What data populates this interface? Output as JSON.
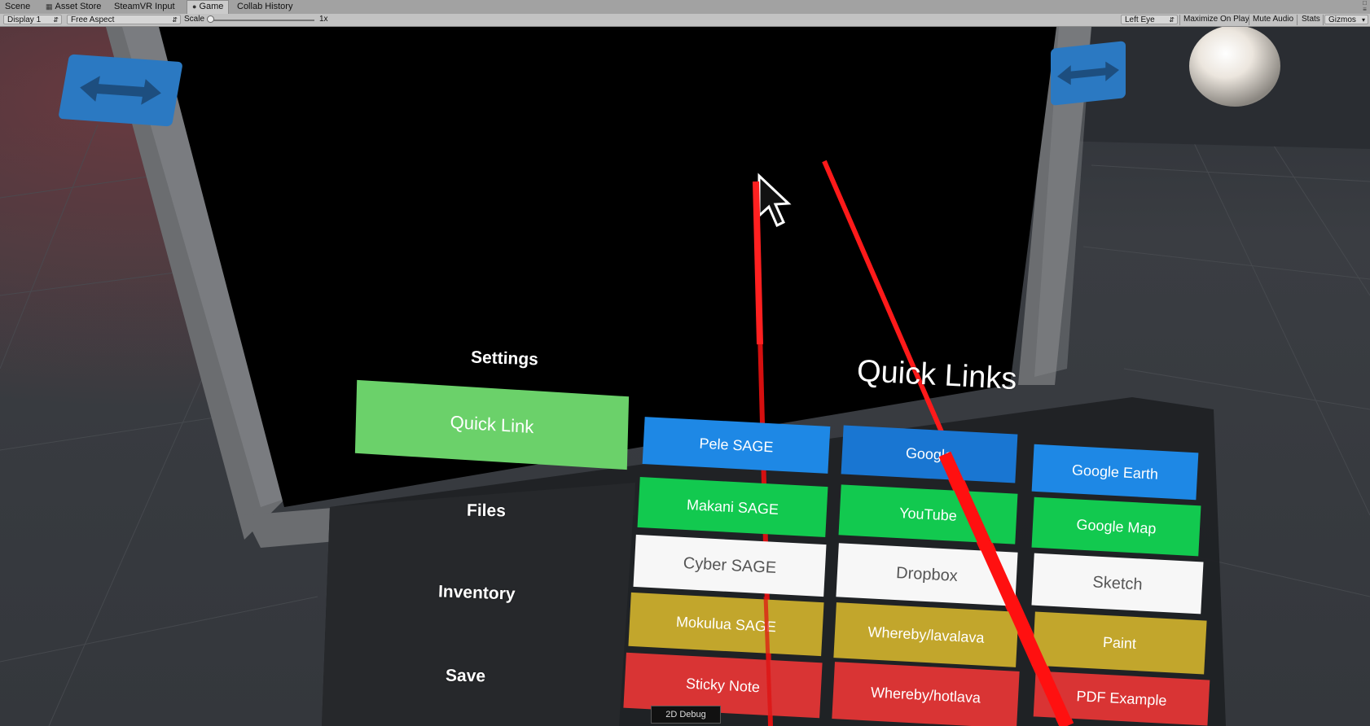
{
  "editor": {
    "tabs": [
      {
        "label": "Scene"
      },
      {
        "label": "Asset Store"
      },
      {
        "label": "SteamVR Input"
      },
      {
        "label": "Game"
      },
      {
        "label": "Collab History"
      }
    ],
    "toolbar": {
      "display": "Display 1",
      "aspect": "Free Aspect",
      "scale_label": "Scale",
      "scale_value": "1x",
      "eye": "Left Eye",
      "maximize": "Maximize On Play",
      "mute": "Mute Audio",
      "stats": "Stats",
      "gizmos": "Gizmos"
    }
  },
  "vr_menu": {
    "settings": "Settings",
    "quick_link": "Quick Link",
    "files": "Files",
    "inventory": "Inventory",
    "save": "Save",
    "quick_links_title": "Quick Links",
    "columns": [
      [
        "Pele SAGE",
        "Makani SAGE",
        "Cyber SAGE",
        "Mokulua SAGE",
        "Sticky Note"
      ],
      [
        "Google",
        "YouTube",
        "Dropbox",
        "Whereby/lavalava",
        "Whereby/hotlava"
      ],
      [
        "Google Earth",
        "Google Map",
        "Sketch",
        "Paint",
        "PDF Example"
      ]
    ],
    "row_colors": [
      "#1e88e5",
      "#12c94f",
      "#f7f7f7",
      "#c2a62c",
      "#d93434"
    ]
  },
  "debug_button": "2D Debug"
}
